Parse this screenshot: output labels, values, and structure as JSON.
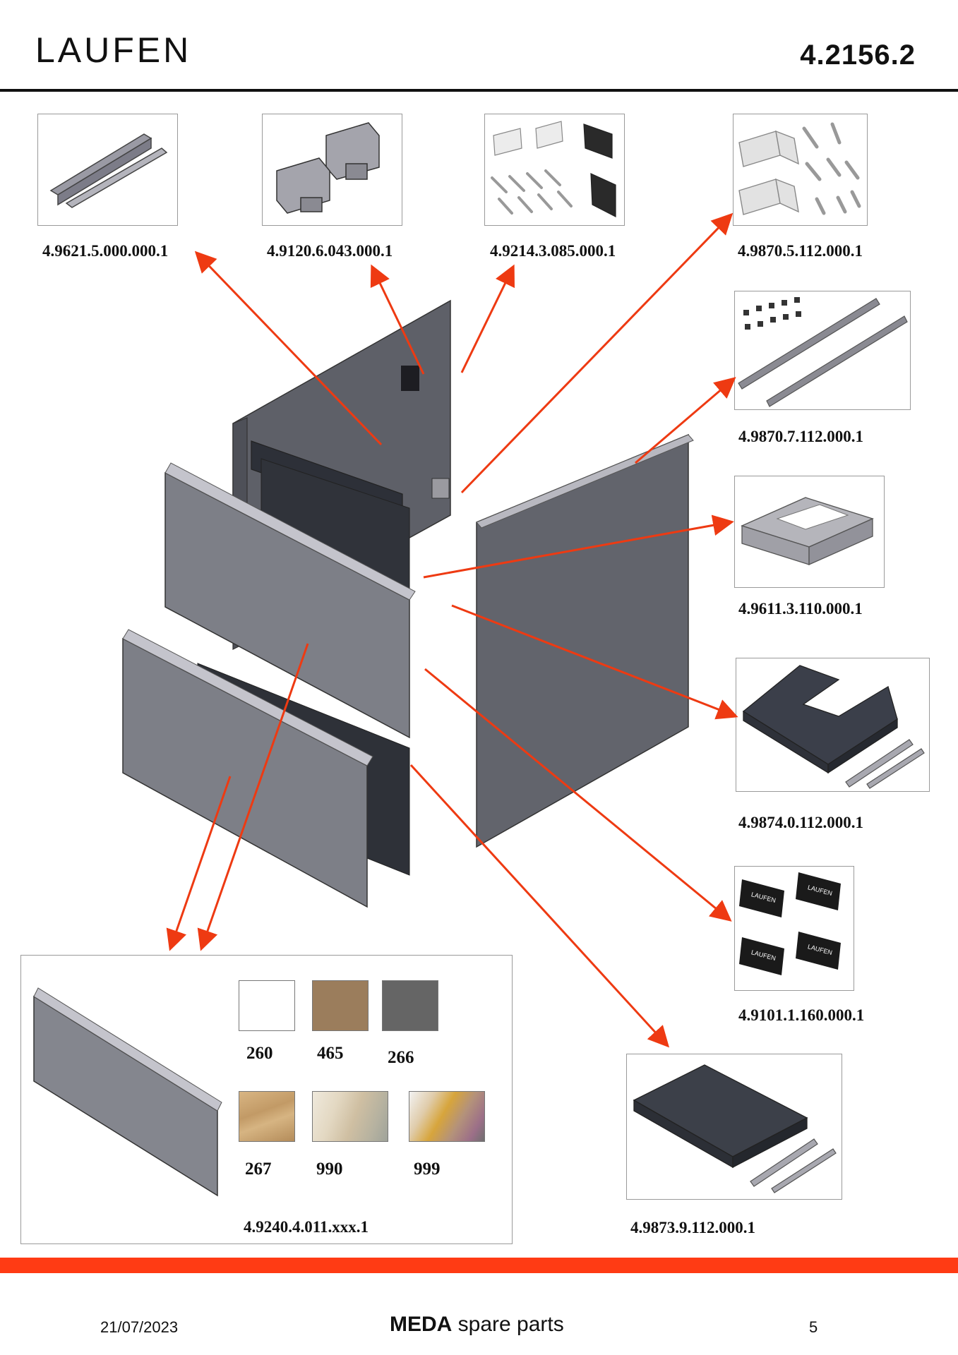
{
  "header": {
    "brand": "LAUFEN",
    "doc_number": "4.2156.2"
  },
  "parts": [
    {
      "code": "4.9621.5.000.000.1"
    },
    {
      "code": "4.9120.6.043.000.1"
    },
    {
      "code": "4.9214.3.085.000.1"
    },
    {
      "code": "4.9870.5.112.000.1"
    },
    {
      "code": "4.9870.7.112.000.1"
    },
    {
      "code": "4.9611.3.110.000.1"
    },
    {
      "code": "4.9874.0.112.000.1"
    },
    {
      "code": "4.9101.1.160.000.1"
    },
    {
      "code": "4.9873.9.112.000.1"
    }
  ],
  "front_panel": {
    "code": "4.9240.4.011.xxx.1",
    "finishes": [
      {
        "code": "260",
        "color": "#ffffff"
      },
      {
        "code": "465",
        "color": "#9b7d5c"
      },
      {
        "code": "266",
        "color": "#656565"
      },
      {
        "code": "267",
        "color": "#c9a574"
      },
      {
        "code": "990",
        "color": "#d8cab4"
      },
      {
        "code": "999",
        "color": "#c7b49a"
      }
    ]
  },
  "label_text": "LAUFEN",
  "colors": {
    "accent": "#ff3b14",
    "arrow": "#ee3a12"
  },
  "footer": {
    "date": "21/07/2023",
    "title_bold": "MEDA",
    "title_rest": " spare parts",
    "page": "5"
  }
}
